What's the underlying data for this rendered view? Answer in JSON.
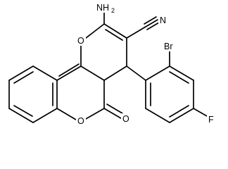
{
  "molecule": {
    "atom_labels": {
      "amino_n": "NH",
      "amino_h_count": "2",
      "nitrile_n": "N",
      "pyran_o": "O",
      "lactone_ring_o": "O",
      "carbonyl_o": "O",
      "bromo": "Br",
      "fluoro": "F"
    }
  }
}
